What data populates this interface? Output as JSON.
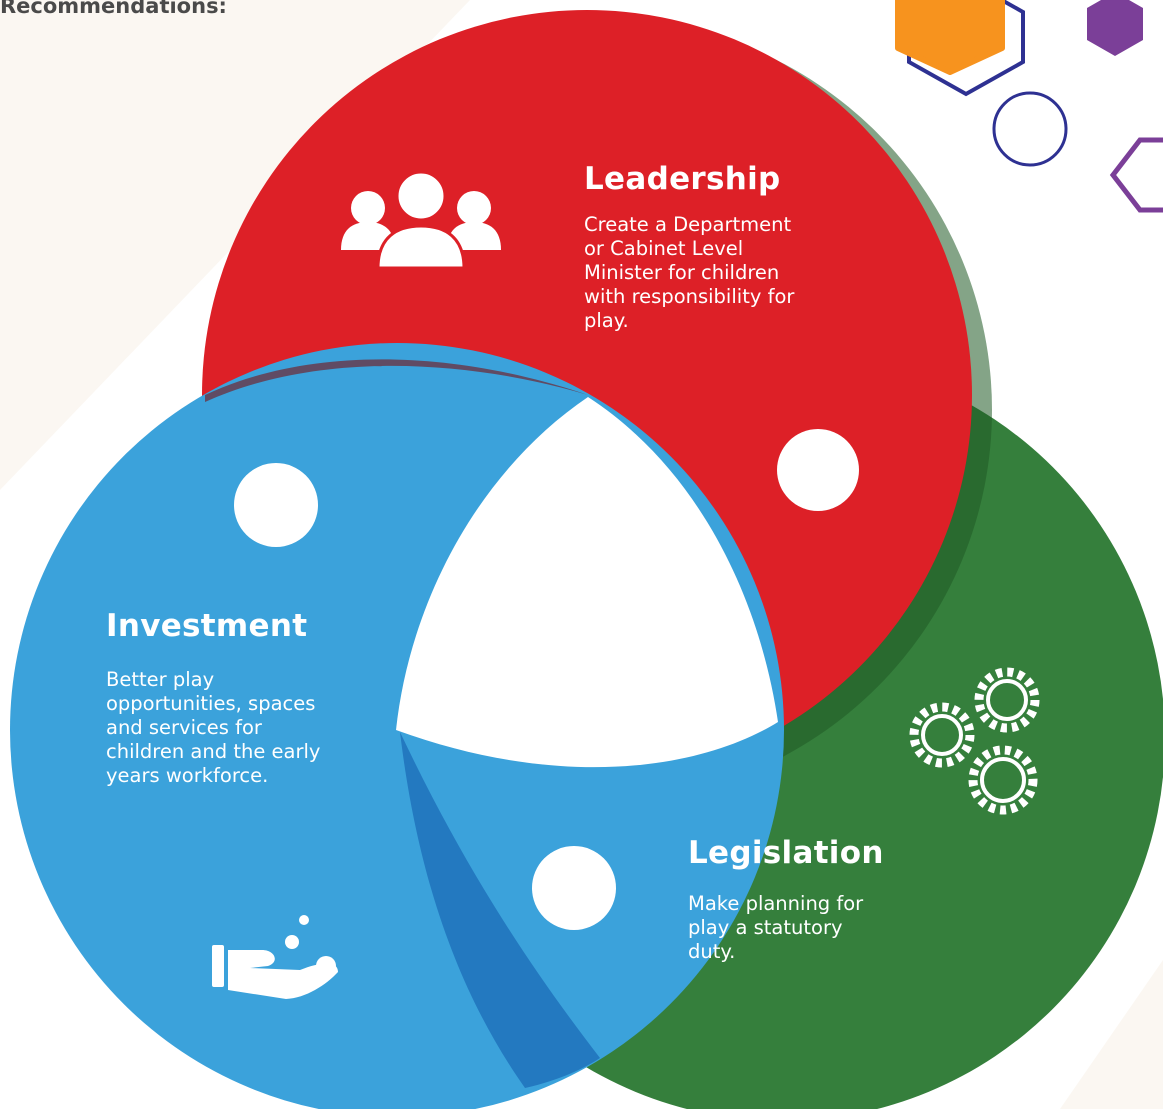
{
  "page_label": "Recommendations:",
  "colors": {
    "leadership": "#dd2027",
    "investment": "#3ba2db",
    "legislation": "#357f3c",
    "hex_orange": "#f7931e",
    "hex_navy": "#2e3192",
    "hex_purple": "#7b3f98",
    "background_tint": "#fbf7f2"
  },
  "leadership": {
    "title": "Leadership",
    "text": "Create a Department\nor Cabinet Level\nMinister for children\nwith responsibility for\nplay.",
    "icon": "people-group-icon"
  },
  "investment": {
    "title": "Investment",
    "text": "Better play\nopportunities, spaces\nand services for\nchildren and the early\nyears workforce.",
    "icon": "hand-with-coins-icon"
  },
  "legislation": {
    "title": "Legislation",
    "text": "Make planning for\nplay a statutory\nduty.",
    "icon": "gears-icon"
  }
}
